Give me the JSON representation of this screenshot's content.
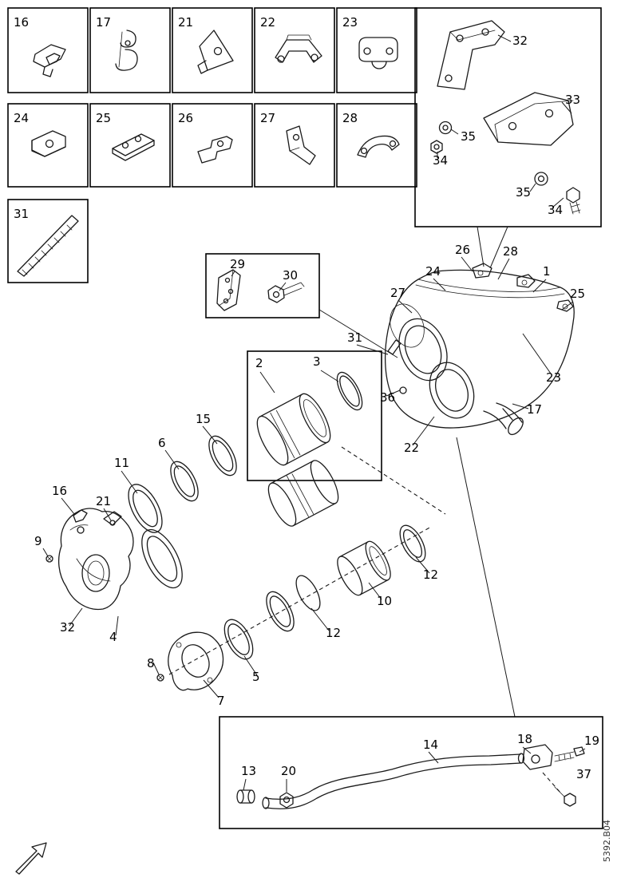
{
  "grid": {
    "row1": [
      "16",
      "17",
      "21",
      "22",
      "23"
    ],
    "row2": [
      "24",
      "25",
      "26",
      "27",
      "28"
    ],
    "row3": [
      "31"
    ]
  },
  "bracket_inset": {
    "labels": [
      "32",
      "33",
      "35",
      "34",
      "35",
      "34"
    ]
  },
  "clamp_inset": {
    "labels": [
      "29",
      "30"
    ]
  },
  "converter_inset": {
    "labels": [
      "2",
      "3"
    ]
  },
  "assembly": {
    "labels": [
      "26",
      "28",
      "24",
      "27",
      "1",
      "25",
      "23",
      "31",
      "36",
      "17",
      "22"
    ]
  },
  "chain": {
    "labels": [
      "15",
      "6",
      "11",
      "16",
      "21",
      "9",
      "32",
      "4",
      "8",
      "7",
      "5",
      "12",
      "10",
      "12"
    ]
  },
  "pipe_inset": {
    "labels": [
      "14",
      "18",
      "19",
      "37",
      "13",
      "20"
    ]
  },
  "footer": {
    "drawing_number": "5392.B04"
  },
  "colors": {
    "line": "#1a1a1a",
    "background": "#ffffff"
  }
}
